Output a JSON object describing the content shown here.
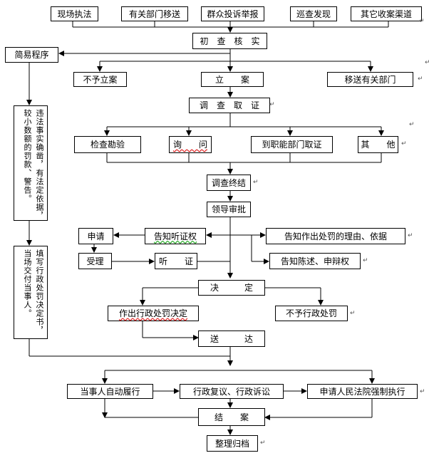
{
  "sources": [
    "现场执法",
    "有关部门移送",
    "群众投诉举报",
    "巡查发现",
    "其它收案渠道"
  ],
  "initial_check": "初　查　核　实",
  "simple_procedure": "简易程序",
  "no_case": "不予立案",
  "file_case": "立　　案",
  "transfer": "移送有关部门",
  "investigate": "调　查　取　证",
  "evidence_methods": [
    "检查勘验",
    "询　　问",
    "到职能部门取证",
    "其　　他"
  ],
  "simple_text_1": [
    "违法事实确凿，有法定依据，",
    "较小数额的罚款、警告。"
  ],
  "simple_text_2": [
    "填写行政处罚决定书，",
    "当场交付当事人。"
  ],
  "investigation_end": "调查终结",
  "leader_approval": "领导审批",
  "apply": "申请",
  "notify_hearing": "告知听证权",
  "notify_reason": "告知作出处罚的理由、依据",
  "accept": "受理",
  "hearing": "听　　证",
  "notify_statement": "告知陈述、申辩权",
  "decision": "决　　　定",
  "make_decision": "作出行政处罚决定",
  "no_penalty": "不予行政处罚",
  "deliver": "送　　　达",
  "self_perform": "当事人自动履行",
  "review": "行政复议、行政诉讼",
  "enforce": "申请人民法院强制执行",
  "close": "结　　案",
  "archive": "整理归档"
}
